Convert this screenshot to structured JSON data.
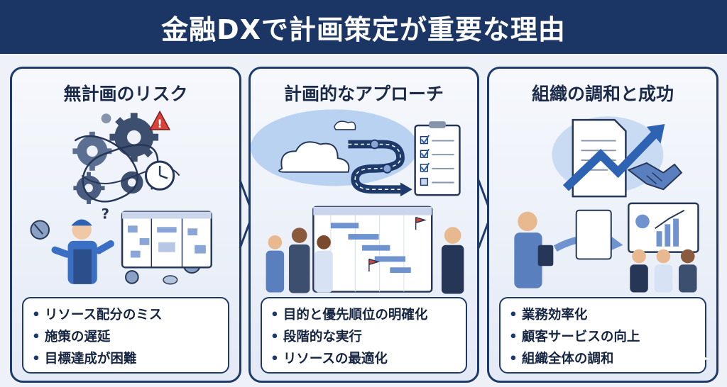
{
  "title": "金融DXで計画策定が重要な理由",
  "panels": [
    {
      "title": "無計画のリスク",
      "items": [
        "リソース配分のミス",
        "施策の遅延",
        "目標達成が困難"
      ]
    },
    {
      "title": "計画的なアプローチ",
      "items": [
        "目的と優先順位の明確化",
        "段階的な実行",
        "リソースの最適化"
      ]
    },
    {
      "title": "組織の調和と成功",
      "items": [
        "業務効率化",
        "顧客サービスの向上",
        "組織全体の調和"
      ]
    }
  ],
  "illustrations": {
    "risk_warning_mark": "!",
    "question_mark": "?"
  },
  "colors": {
    "navy": "#1b3565",
    "accent_blue": "#3a6fc4",
    "light_blue": "#a9c6ec",
    "warning_red": "#d9423a",
    "flag_red": "#d9423a"
  },
  "icons": [
    "gear-icon",
    "warning-icon",
    "clock-icon",
    "cloud-icon",
    "road-arrow-icon",
    "checklist-icon",
    "gantt-chart-icon",
    "document-icon",
    "trend-arrow-icon",
    "handshake-icon",
    "sparkle-icon"
  ]
}
